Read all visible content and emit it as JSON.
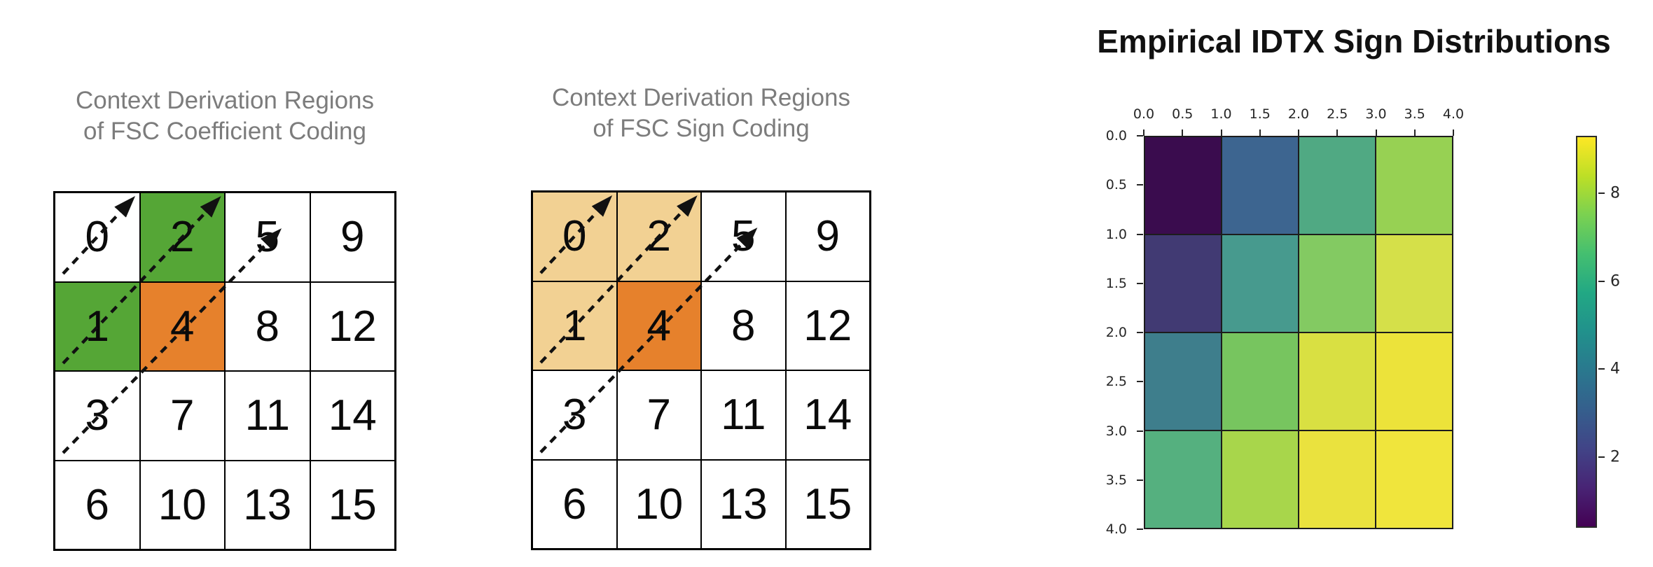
{
  "chart_data": [
    {
      "id": "fsc_coefficient_regions",
      "type": "table",
      "title": "Context Derivation Regions of FSC Coefficient Coding",
      "title_line1": "Context Derivation Regions",
      "title_line2": "of FSC Coefficient Coding",
      "title_color": "#7c7c7c",
      "cells": [
        [
          "0",
          "2",
          "5",
          "9"
        ],
        [
          "1",
          "4",
          "8",
          "12"
        ],
        [
          "3",
          "7",
          "11",
          "14"
        ],
        [
          "6",
          "10",
          "13",
          "15"
        ]
      ],
      "cell_colors": [
        [
          "#ffffff",
          "#55a636",
          "#ffffff",
          "#ffffff"
        ],
        [
          "#55a636",
          "#e6812c",
          "#ffffff",
          "#ffffff"
        ],
        [
          "#ffffff",
          "#ffffff",
          "#ffffff",
          "#ffffff"
        ],
        [
          "#ffffff",
          "#ffffff",
          "#ffffff",
          "#ffffff"
        ]
      ],
      "highlight_colors": {
        "green": "#55a636",
        "orange": "#e6812c"
      },
      "scan_arrows": [
        {
          "cells": [
            "0"
          ]
        },
        {
          "cells": [
            "1",
            "2"
          ]
        },
        {
          "cells": [
            "3",
            "4",
            "5"
          ]
        }
      ]
    },
    {
      "id": "fsc_sign_regions",
      "type": "table",
      "title": "Context Derivation Regions of FSC Sign Coding",
      "title_line1": "Context Derivation Regions",
      "title_line2": "of FSC Sign Coding",
      "title_color": "#7c7c7c",
      "cells": [
        [
          "0",
          "2",
          "5",
          "9"
        ],
        [
          "1",
          "4",
          "8",
          "12"
        ],
        [
          "3",
          "7",
          "11",
          "14"
        ],
        [
          "6",
          "10",
          "13",
          "15"
        ]
      ],
      "cell_colors": [
        [
          "#f2d193",
          "#f2d193",
          "#ffffff",
          "#ffffff"
        ],
        [
          "#f2d193",
          "#e6812c",
          "#ffffff",
          "#ffffff"
        ],
        [
          "#ffffff",
          "#ffffff",
          "#ffffff",
          "#ffffff"
        ],
        [
          "#ffffff",
          "#ffffff",
          "#ffffff",
          "#ffffff"
        ]
      ],
      "highlight_colors": {
        "tan": "#f2d193",
        "orange": "#e6812c"
      },
      "scan_arrows": [
        {
          "cells": [
            "0"
          ]
        },
        {
          "cells": [
            "1",
            "2"
          ]
        },
        {
          "cells": [
            "3",
            "4",
            "5"
          ]
        }
      ]
    },
    {
      "id": "idtx_sign_distributions",
      "type": "heatmap",
      "title": "Empirical IDTX Sign Distributions",
      "x_tick_labels": [
        "0.0",
        "0.5",
        "1.0",
        "1.5",
        "2.0",
        "2.5",
        "3.0",
        "3.5",
        "4.0"
      ],
      "y_tick_labels": [
        "0.0",
        "0.5",
        "1.0",
        "1.5",
        "2.0",
        "2.5",
        "3.0",
        "3.5",
        "4.0"
      ],
      "x_range": [
        0.0,
        4.0
      ],
      "y_range": [
        0.0,
        4.0
      ],
      "values": [
        [
          0.5,
          3.2,
          5.2,
          6.9
        ],
        [
          1.5,
          4.5,
          6.6,
          7.6
        ],
        [
          3.9,
          6.4,
          7.7,
          8.2
        ],
        [
          5.6,
          7.2,
          8.1,
          8.3
        ]
      ],
      "cell_colors": [
        [
          "#3a0c4e",
          "#3d6590",
          "#50a983",
          "#97d153"
        ],
        [
          "#413a73",
          "#479a8e",
          "#83ca62",
          "#d5e049"
        ],
        [
          "#3e7e8c",
          "#77c55f",
          "#d9e042",
          "#ece33a"
        ],
        [
          "#55b07f",
          "#a8d64b",
          "#eae23e",
          "#f0e53c"
        ]
      ],
      "colorbar": {
        "colormap": "viridis",
        "vmin": 0.4,
        "vmax": 9.3,
        "tick_values": [
          8,
          6,
          4,
          2
        ],
        "tick_labels": [
          "8",
          "6",
          "4",
          "2"
        ]
      }
    }
  ]
}
